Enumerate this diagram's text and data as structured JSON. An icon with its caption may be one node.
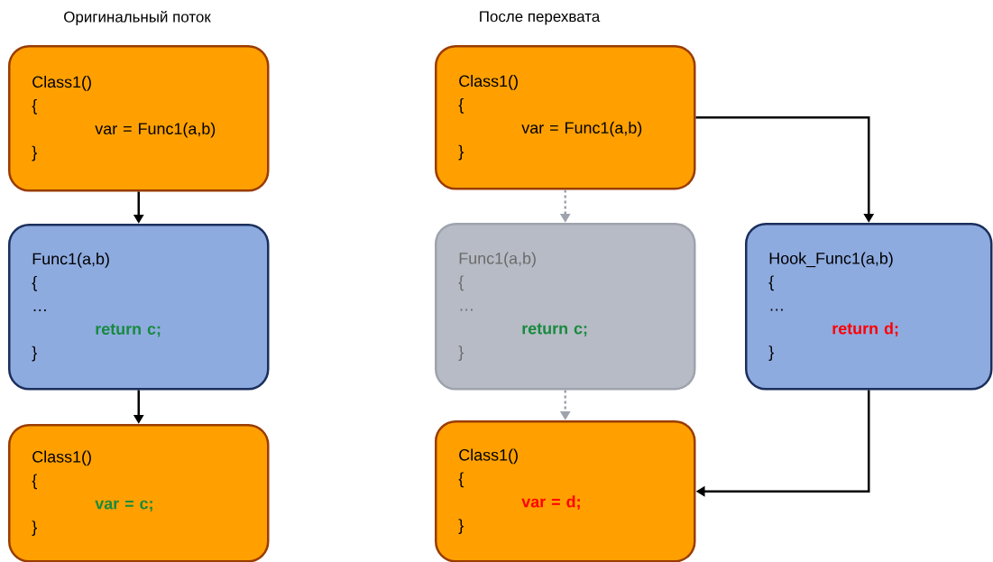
{
  "diagram": {
    "nodes": [
      {
        "text": [
          "Class1()",
          "{",
          "var = Func1(a,b)",
          "}"
        ]
      },
      {
        "text": [
          "Func1(a,b)",
          "{",
          "…",
          "return c;",
          "}"
        ]
      },
      {
        "text": [
          "Class1()",
          "{",
          "var = c;",
          "}"
        ]
      },
      {
        "text": [
          "Class1()",
          "{",
          "var = Func1(a,b)",
          "}"
        ]
      },
      {
        "text": [
          "Func1(a,b)",
          "{",
          "…",
          "return c;",
          "}"
        ]
      },
      {
        "text": [
          "Hook_Func1(a,b)",
          "{",
          "…",
          "return d;",
          "}"
        ]
      },
      {
        "text": [
          "Class1()",
          "{",
          "var = d;",
          "}"
        ]
      }
    ],
    "edges": [
      {
        "from": 0,
        "to": 1,
        "arrow": "to"
      },
      {
        "from": 1,
        "to": 2,
        "arrow": "to"
      },
      {
        "from": 3,
        "to": 4,
        "arrow": "to",
        "style": "dashed",
        "color": "#9ea3ad"
      },
      {
        "from": 4,
        "to": 6,
        "arrow": "to",
        "style": "dashed",
        "color": "#9ea3ad"
      },
      {
        "from": 3,
        "to": 5,
        "arrow": "to"
      },
      {
        "from": 5,
        "to": 6,
        "arrow": "to"
      }
    ],
    "labels": [
      "Оригинальный поток",
      "После перехвата"
    ]
  }
}
